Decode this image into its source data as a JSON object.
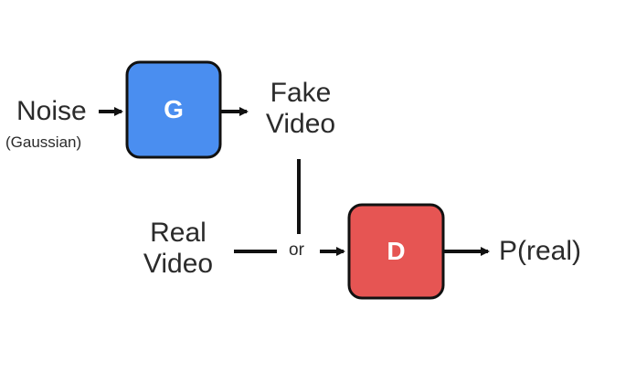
{
  "diagram": {
    "inputs": {
      "noise_label": "Noise",
      "noise_sub": "(Gaussian)",
      "real_video_line1": "Real",
      "real_video_line2": "Video"
    },
    "generator": {
      "label": "G",
      "color": "#4a8ef0"
    },
    "discriminator": {
      "label": "D",
      "color": "#e65553"
    },
    "fake_video": {
      "line1": "Fake",
      "line2": "Video"
    },
    "connector_or": "or",
    "output_label": "P(real)",
    "colors": {
      "line": "#111111",
      "box_border": "#111111",
      "text": "#2b2b2b"
    }
  }
}
